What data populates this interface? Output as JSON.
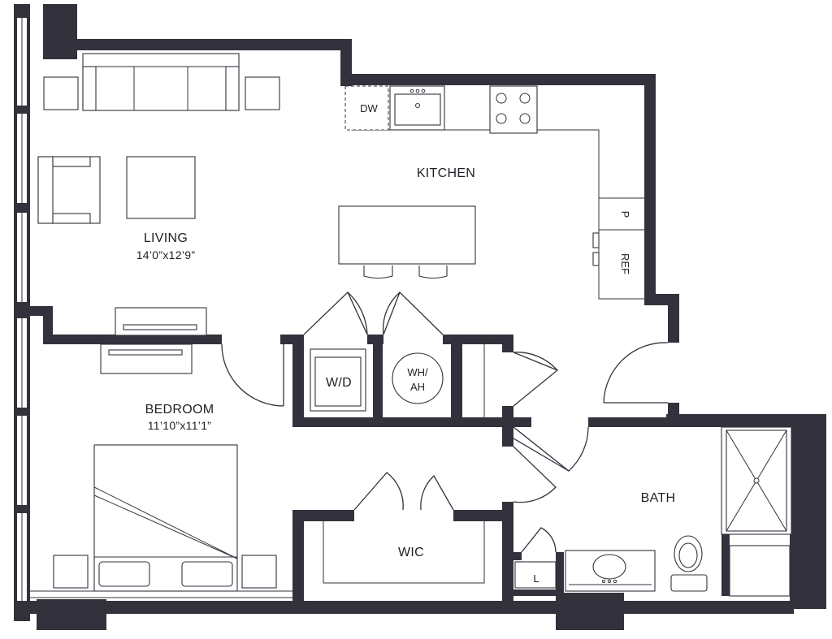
{
  "rooms": {
    "living": {
      "name": "LIVING",
      "dims": "14’0”x12’9”"
    },
    "kitchen": {
      "name": "KITCHEN"
    },
    "bedroom": {
      "name": "BEDROOM",
      "dims": "11’10”x11’1”"
    },
    "bath": {
      "name": "BATH"
    },
    "wic": {
      "name": "WIC"
    }
  },
  "fixtures": {
    "dishwasher": "DW",
    "washer_dryer": "W/D",
    "water_heater_line1": "WH/",
    "water_heater_line2": "AH",
    "pantry": "P",
    "refrigerator": "REF",
    "linen": "L"
  },
  "colors": {
    "wall": "#33323c",
    "background": "#ffffff"
  }
}
